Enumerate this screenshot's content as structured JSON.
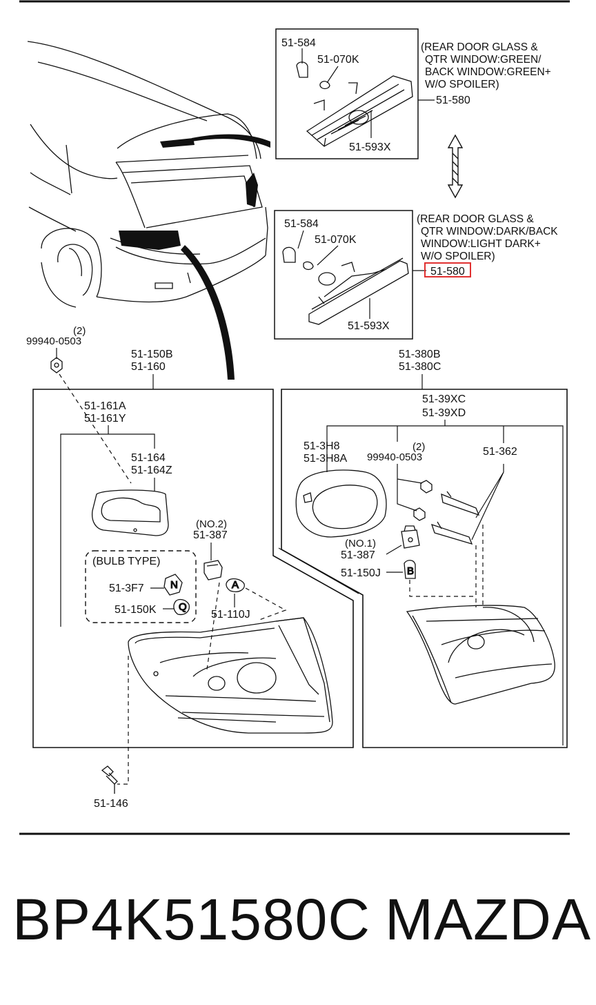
{
  "labels": {
    "tl_584": "51-584",
    "tl_070k": "51-070K",
    "tl_593x": "51-593X",
    "tl_580": "51-580",
    "tl_note1": "(REAR DOOR GLASS &",
    "tl_note2": "QTR WINDOW:GREEN/",
    "tl_note3": "BACK WINDOW:GREEN+",
    "tl_note4": "W/O SPOILER)",
    "bl_584": "51-584",
    "bl_070k": "51-070K",
    "bl_593x": "51-593X",
    "bl_580": "51-580",
    "bl_note1": "(REAR DOOR GLASS &",
    "bl_note2": "QTR WINDOW:DARK/BACK",
    "bl_note3": "WINDOW:LIGHT DARK+",
    "bl_note4": "W/O SPOILER)",
    "qty_left": "(2)",
    "clip_left": "99940-0503",
    "lamp_l1": "51-150B",
    "lamp_l2": "51-160",
    "lamp_r1": "51-380B",
    "lamp_r2": "51-380C",
    "gasket_a": "51-161A",
    "gasket_y": "51-161Y",
    "gasket_164": "51-164",
    "gasket_164z": "51-164Z",
    "no2": "(NO.2)",
    "socket_387": "51-387",
    "bulb_type": "(BULB TYPE)",
    "b_3f7": "51-3F7",
    "b_150k": "51-150K",
    "b_110j": "51-110J",
    "screw_146": "51-146",
    "r_39xc": "51-39XC",
    "r_39xd": "51-39XD",
    "r_3h8": "51-3H8",
    "r_3h8a": "51-3H8A",
    "r_qty": "(2)",
    "r_clip": "99940-0503",
    "r_362": "51-362",
    "no1": "(NO.1)",
    "r_387": "51-387",
    "r_150j": "51-150J"
  },
  "footer": {
    "part_number": "BP4K51580C",
    "maker": "MAZDA"
  },
  "colors": {
    "line": "#111111",
    "highlight": "#e03030"
  }
}
